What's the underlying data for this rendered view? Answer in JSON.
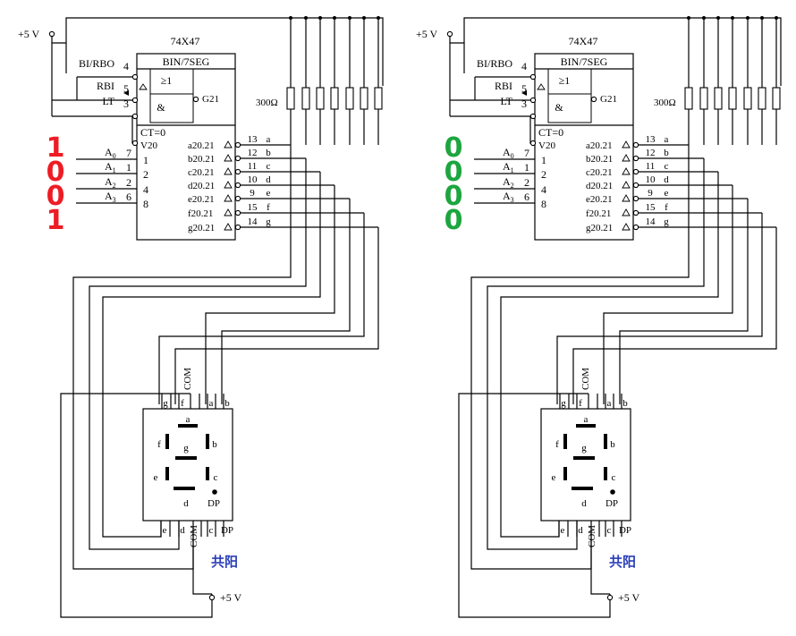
{
  "colors": {
    "digits_left": "#ee1c24",
    "digits_right": "#1da53f",
    "common_anode_label": "#2b3fb8"
  },
  "circuits": [
    {
      "input_digits": [
        "1",
        "0",
        "0",
        "1"
      ],
      "chip_name": "74X47",
      "chip_func": "BIN/7SEG",
      "vcc_top": "+5 V",
      "vcc_bottom": "+5 V",
      "resistor_label": "300Ω",
      "ctrl_pins": [
        {
          "label": "BI/RBO",
          "num": "4"
        },
        {
          "label": "RBI",
          "num": "5"
        },
        {
          "label": "LT",
          "num": "3"
        }
      ],
      "logic_ge": "≥1",
      "logic_and": "&",
      "g21": "G21",
      "ct": "CT=0",
      "v20": "V20",
      "inputs": [
        {
          "name": "A",
          "sub": "0",
          "pin": "7",
          "weight": "1"
        },
        {
          "name": "A",
          "sub": "1",
          "pin": "1",
          "weight": "2"
        },
        {
          "name": "A",
          "sub": "2",
          "pin": "2",
          "weight": "4"
        },
        {
          "name": "A",
          "sub": "3",
          "pin": "6",
          "weight": "8"
        }
      ],
      "outputs": [
        {
          "func": "a20.21",
          "pin": "13",
          "seg": "a"
        },
        {
          "func": "b20.21",
          "pin": "12",
          "seg": "b"
        },
        {
          "func": "c20.21",
          "pin": "11",
          "seg": "c"
        },
        {
          "func": "d20.21",
          "pin": "10",
          "seg": "d"
        },
        {
          "func": "e20.21",
          "pin": "9",
          "seg": "e"
        },
        {
          "func": "f20.21",
          "pin": "15",
          "seg": "f"
        },
        {
          "func": "g20.21",
          "pin": "14",
          "seg": "g"
        }
      ],
      "display_top_pins": [
        "g",
        "f",
        "COM",
        "a",
        "b"
      ],
      "display_bottom_pins": [
        "e",
        "d",
        "COM",
        "c",
        "DP"
      ],
      "display_seg_labels": [
        "a",
        "b",
        "c",
        "d",
        "e",
        "f",
        "g",
        "DP"
      ],
      "common_anode_label": "共阳"
    },
    {
      "input_digits": [
        "0",
        "0",
        "0",
        "0"
      ],
      "chip_name": "74X47",
      "chip_func": "BIN/7SEG",
      "vcc_top": "+5 V",
      "vcc_bottom": "+5 V",
      "resistor_label": "300Ω",
      "ctrl_pins": [
        {
          "label": "BI/RBO",
          "num": "4"
        },
        {
          "label": "RBI",
          "num": "5"
        },
        {
          "label": "LT",
          "num": "3"
        }
      ],
      "logic_ge": "≥1",
      "logic_and": "&",
      "g21": "G21",
      "ct": "CT=0",
      "v20": "V20",
      "inputs": [
        {
          "name": "A",
          "sub": "0",
          "pin": "7",
          "weight": "1"
        },
        {
          "name": "A",
          "sub": "1",
          "pin": "1",
          "weight": "2"
        },
        {
          "name": "A",
          "sub": "2",
          "pin": "2",
          "weight": "4"
        },
        {
          "name": "A",
          "sub": "3",
          "pin": "6",
          "weight": "8"
        }
      ],
      "outputs": [
        {
          "func": "a20.21",
          "pin": "13",
          "seg": "a"
        },
        {
          "func": "b20.21",
          "pin": "12",
          "seg": "b"
        },
        {
          "func": "c20.21",
          "pin": "11",
          "seg": "c"
        },
        {
          "func": "d20.21",
          "pin": "10",
          "seg": "d"
        },
        {
          "func": "e20.21",
          "pin": "9",
          "seg": "e"
        },
        {
          "func": "f20.21",
          "pin": "15",
          "seg": "f"
        },
        {
          "func": "g20.21",
          "pin": "14",
          "seg": "g"
        }
      ],
      "display_top_pins": [
        "g",
        "f",
        "COM",
        "a",
        "b"
      ],
      "display_bottom_pins": [
        "e",
        "d",
        "COM",
        "c",
        "DP"
      ],
      "display_seg_labels": [
        "a",
        "b",
        "c",
        "d",
        "e",
        "f",
        "g",
        "DP"
      ],
      "common_anode_label": "共阳"
    }
  ]
}
